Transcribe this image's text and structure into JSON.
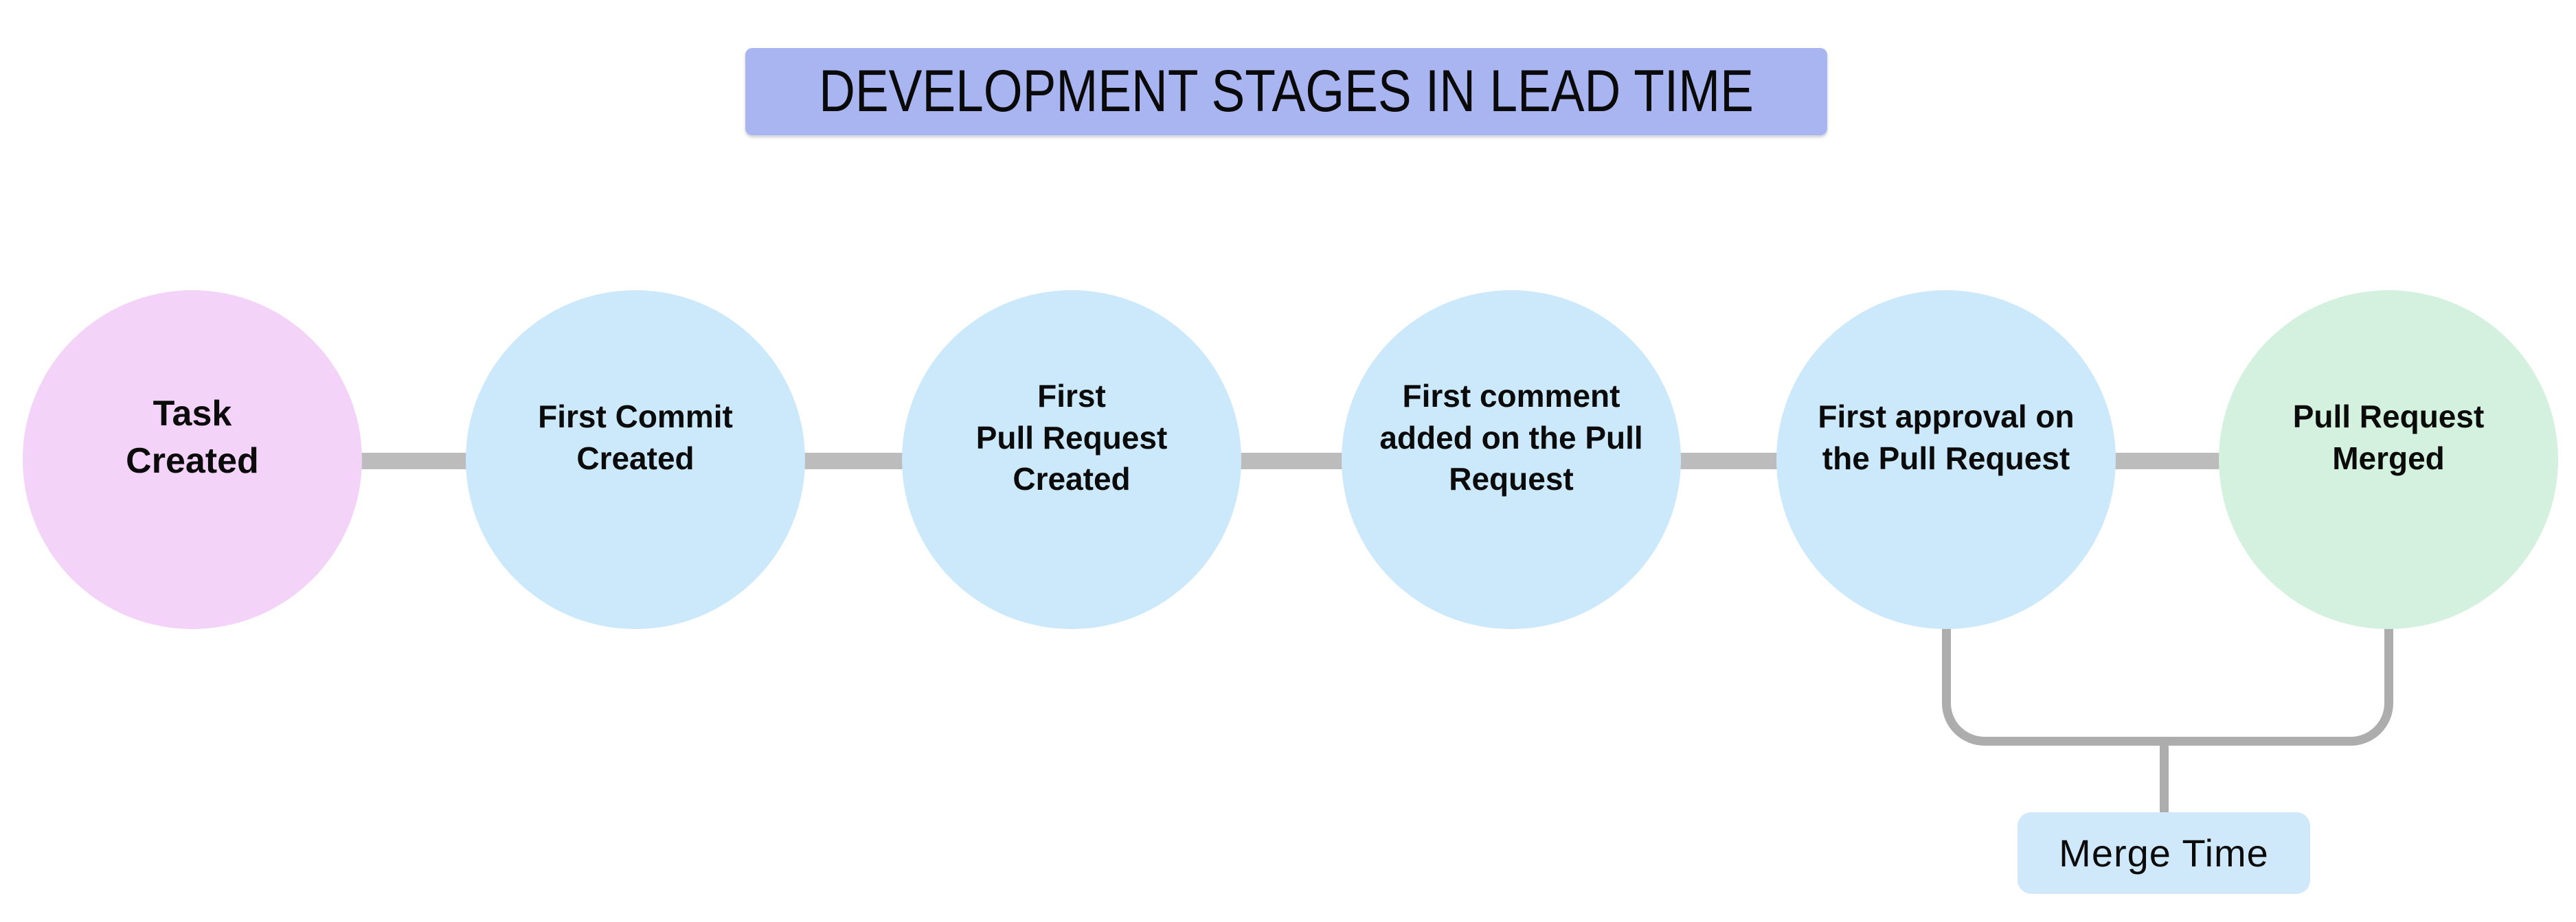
{
  "title": {
    "label": "DEVELOPMENT STAGES IN LEAD TIME",
    "bg_color": "#a9b5f0"
  },
  "stages": [
    {
      "label": "Task\nCreated",
      "fill_color": "#f4d3f8"
    },
    {
      "label": "First Commit\nCreated",
      "fill_color": "#cbe9fb"
    },
    {
      "label": "First\nPull Request\nCreated",
      "fill_color": "#cbe9fb"
    },
    {
      "label": "First comment\nadded on the Pull\nRequest",
      "fill_color": "#cbe9fb"
    },
    {
      "label": "First approval on\nthe Pull Request",
      "fill_color": "#cbe9fb"
    },
    {
      "label": "Pull Request\nMerged",
      "fill_color": "#d3f1de"
    }
  ],
  "connector_color": "#bcbcbc",
  "bracket_color": "#adadad",
  "annotation": {
    "label": "Merge Time",
    "bg_color": "#cfe9fb"
  }
}
